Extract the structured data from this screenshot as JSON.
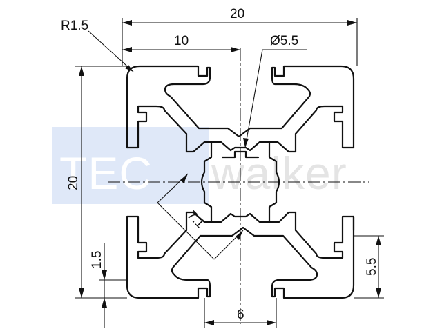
{
  "dimensions": {
    "overall_width": "20",
    "half_width": "10",
    "overall_height": "20",
    "corner_radius": "R1.5",
    "center_bore": "Ø5.5",
    "diagonal": "7.1",
    "slot_opening": "6",
    "slot_depth": "5.5",
    "wall_thickness": "1.5"
  },
  "watermark": {
    "part1": "TEC",
    "part2": "walker"
  },
  "colors": {
    "line": "#111111",
    "watermark_box": "#dfe8f8",
    "watermark_text": "#ffffff",
    "watermark_gray": "#e4e4e4"
  }
}
